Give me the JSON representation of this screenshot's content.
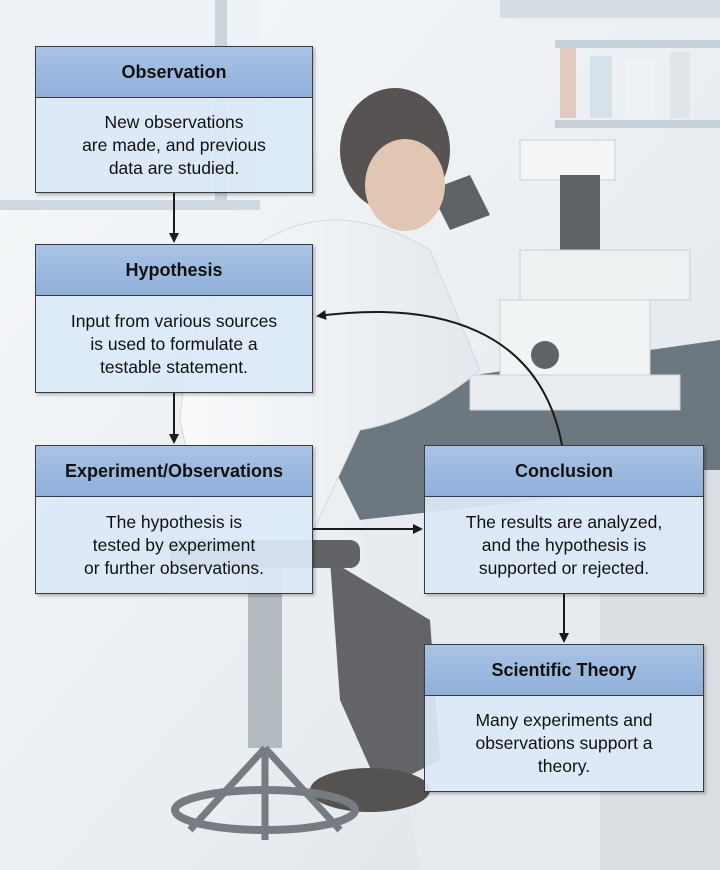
{
  "boxes": {
    "observation": {
      "title": "Observation",
      "lines": [
        "New observations",
        "are made, and previous",
        "data are studied."
      ]
    },
    "hypothesis": {
      "title": "Hypothesis",
      "lines": [
        "Input from various sources",
        "is used to formulate a",
        "testable statement."
      ]
    },
    "experiment": {
      "title": "Experiment/Observations",
      "lines": [
        "The hypothesis is",
        "tested by experiment",
        "or further observations."
      ]
    },
    "conclusion": {
      "title": "Conclusion",
      "lines": [
        "The results are analyzed,",
        "and the hypothesis is",
        "supported or rejected."
      ]
    },
    "theory": {
      "title": "Scientific Theory",
      "lines": [
        "Many experiments and",
        "observations support a",
        "theory."
      ]
    }
  },
  "colors": {
    "header": "#98b7de",
    "body": "#dce8f6",
    "arrow": "#1a1a1a"
  }
}
